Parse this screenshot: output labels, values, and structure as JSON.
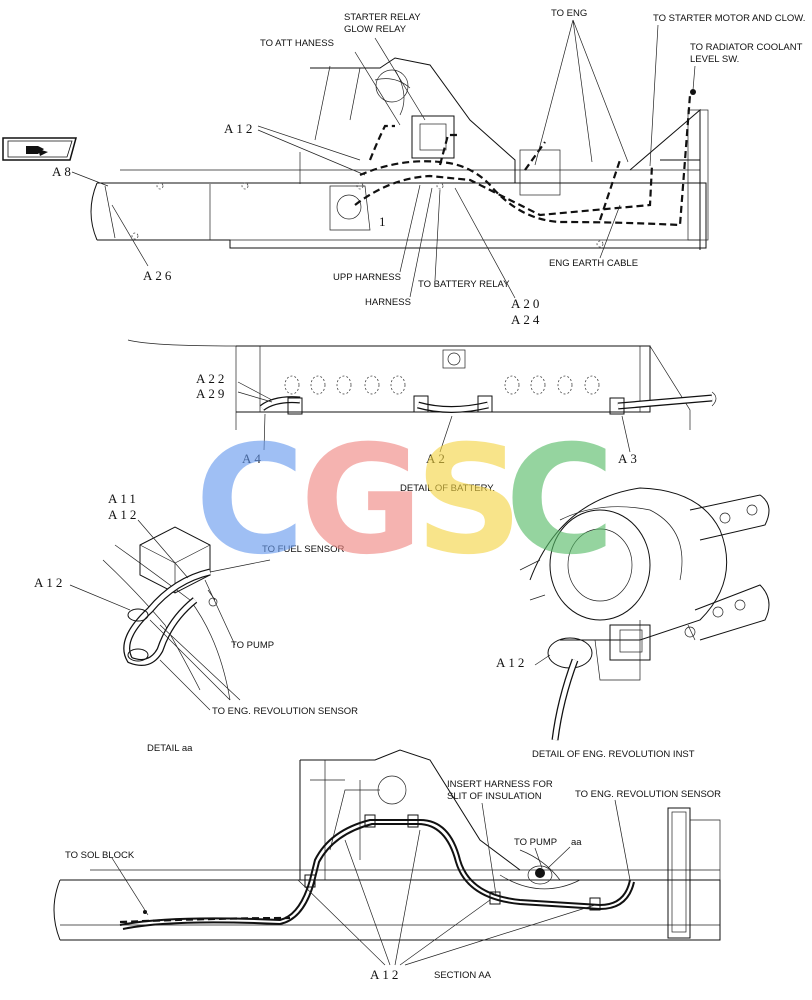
{
  "nav_icon": "page-navigation-icon",
  "watermark": {
    "letters": [
      {
        "char": "C",
        "color": "#6699ee"
      },
      {
        "char": "G",
        "color": "#f08580"
      },
      {
        "char": "S",
        "color": "#f4d444"
      },
      {
        "char": "C",
        "color": "#55bb66"
      }
    ]
  },
  "top_view": {
    "labels": {
      "starter_relay": "STARTER RELAY",
      "glow_relay": "GLOW RELAY",
      "to_eng": "TO ENG",
      "to_starter_motor": "TO STARTER MOTOR AND CLOW.",
      "to_att_haness": "TO ATT HANESS",
      "to_radiator_1": "TO RADIATOR COOLANT",
      "to_radiator_2": "LEVEL SW.",
      "upp_harness": "UPP HARNESS",
      "harness": "HARNESS",
      "to_battery_relay": "TO BATTERY RELAY",
      "eng_earth_cable": "ENG EARTH CABLE"
    },
    "refs": {
      "a8": "A8",
      "a12": "A12",
      "a26": "A26",
      "a20": "A20",
      "a24": "A24",
      "one": "1"
    }
  },
  "battery_detail": {
    "caption": "DETAIL OF BATTERY.",
    "refs": {
      "a22": "A22",
      "a29": "A29",
      "a4": "A4",
      "a2": "A2",
      "a3": "A3"
    }
  },
  "detail_aa": {
    "caption": "DETAIL aa",
    "labels": {
      "to_fuel_sensor": "TO FUEL SENSOR",
      "to_pump": "TO PUMP",
      "to_eng_rev_sensor": "TO ENG. REVOLUTION SENSOR"
    },
    "refs": {
      "a11": "A11",
      "a12_top": "A12",
      "a12_side": "A12"
    }
  },
  "eng_rev_detail": {
    "caption": "DETAIL OF ENG. REVOLUTION INST",
    "refs": {
      "a12": "A12"
    }
  },
  "section_aa": {
    "caption": "SECTION AA",
    "labels": {
      "insert_1": "INSERT HARNESS FOR",
      "insert_2": "SLIT OF INSULATION",
      "to_eng_rev_sensor": "TO ENG. REVOLUTION SENSOR",
      "to_pump": "TO PUMP",
      "aa": "aa",
      "to_sol_block": "TO SOL BLOCK"
    },
    "refs": {
      "a12": "A12"
    }
  }
}
